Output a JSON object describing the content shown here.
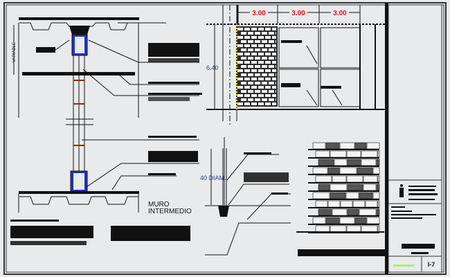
{
  "drawing": {
    "variable_label": "VARIABLE",
    "elevation_dims": [
      "3.00",
      "3.00",
      "3.00"
    ],
    "height_dim": "6.40",
    "post_dim": "40 DIAM.",
    "section_title_line1": "MURO",
    "section_title_line2": "INTERMEDIO",
    "sheet_number": "I-7"
  },
  "colors": {
    "background": "#e9eaec",
    "line": "#111111",
    "dimension_red": "#e8141e",
    "dimension_blue": "#2a3f8f",
    "column_blue": "#1f2fd0",
    "hatch_yellow": "#e6e000",
    "stamp_green": "#a8f07a"
  }
}
